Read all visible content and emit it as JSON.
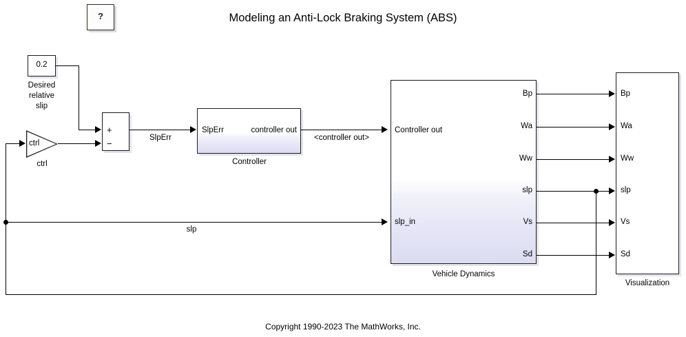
{
  "title": "Modeling an Anti-Lock Braking System (ABS)",
  "copyright": "Copyright 1990-2023 The MathWorks, Inc.",
  "help": {
    "glyph": "?"
  },
  "constant": {
    "value": "0.2",
    "label_line1": "Desired",
    "label_line2": "relative",
    "label_line3": "slip"
  },
  "gain": {
    "text": "ctrl",
    "label": "ctrl"
  },
  "sum": {
    "plus": "+",
    "minus": "−"
  },
  "signals": {
    "slperr": "SlpErr",
    "controller_out": "<controller out>",
    "slp": "slp"
  },
  "controller": {
    "name": "Controller",
    "input": "SlpErr",
    "output": "controller out"
  },
  "vehicle_dynamics": {
    "name": "Vehicle Dynamics",
    "inputs": [
      "Controller out",
      "slp_in"
    ],
    "outputs": [
      "Bp",
      "Wa",
      "Ww",
      "slp",
      "Vs",
      "Sd"
    ]
  },
  "visualization": {
    "name": "Visualization",
    "inputs": [
      "Bp",
      "Wa",
      "Ww",
      "slp",
      "Vs",
      "Sd"
    ]
  },
  "colors": {
    "line": "#000000",
    "block_border": "#1b1b1b",
    "subsystem_fill": "#dcdcf2",
    "background": "#ffffff"
  }
}
